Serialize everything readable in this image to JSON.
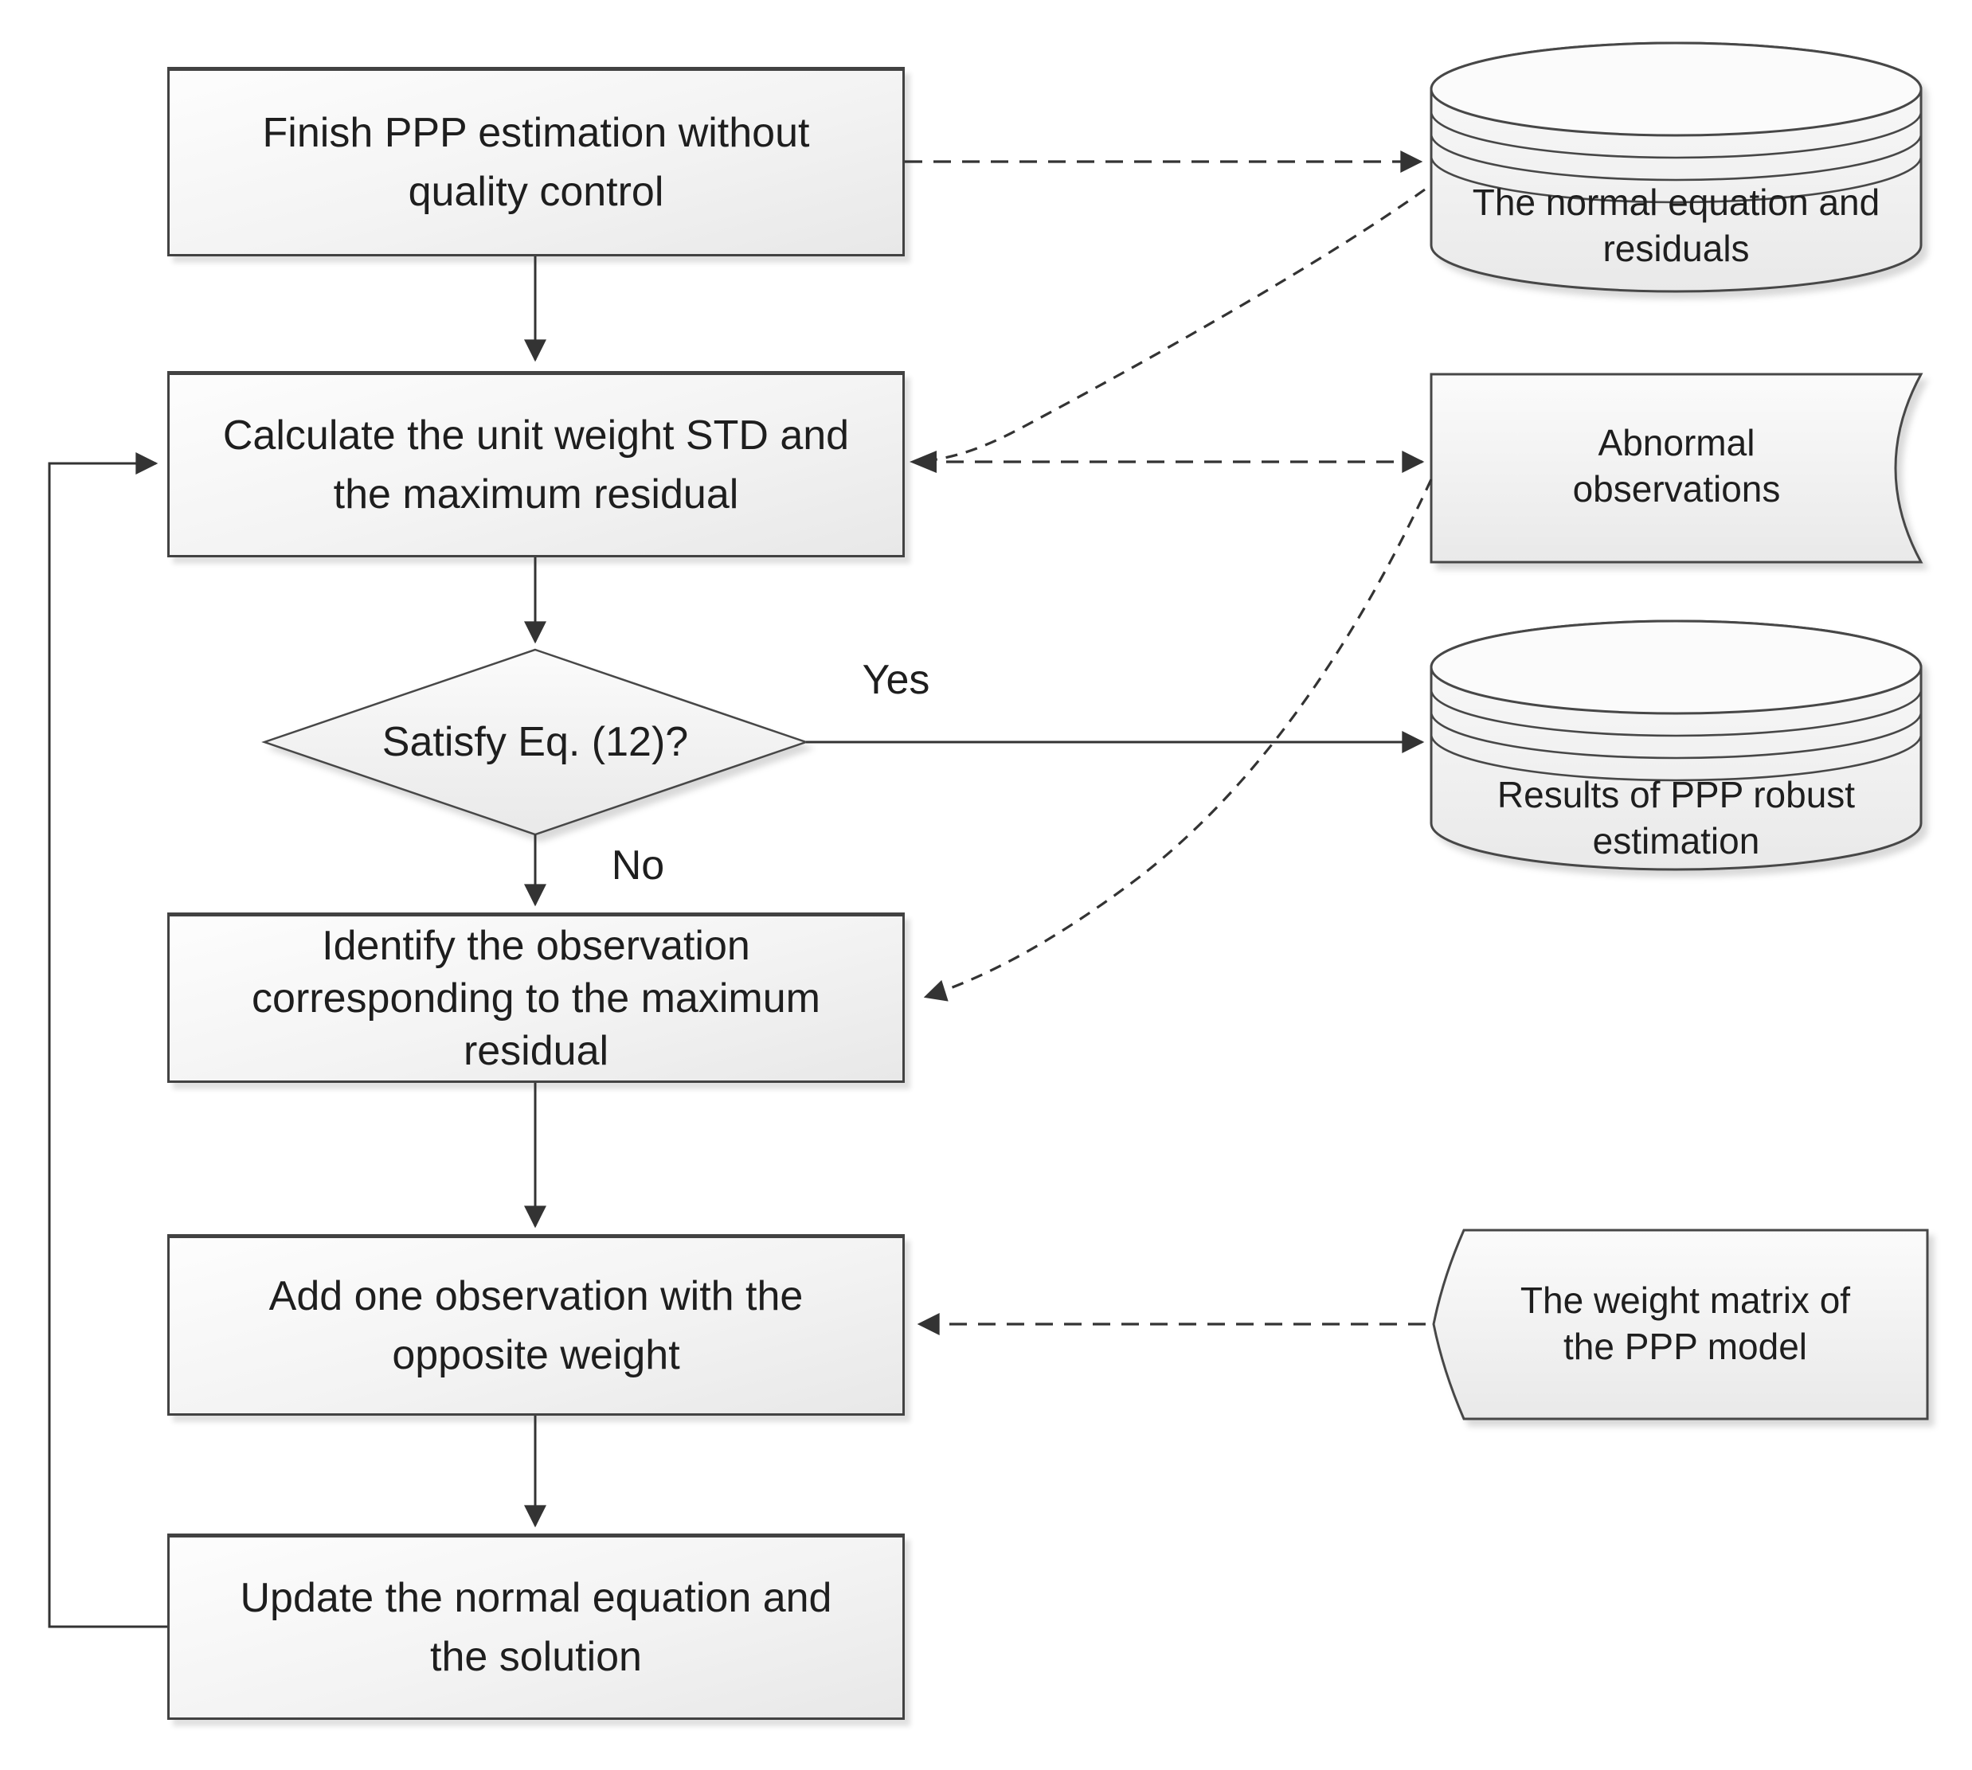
{
  "colors": {
    "background": "#ffffff",
    "shape_border": "#474747",
    "box_border": "#424242",
    "shape_fill_light": "#fbfbfb",
    "shape_fill_dark": "#e9e9e9",
    "connector": "#333333",
    "text": "#1e1e1e"
  },
  "nodes": {
    "finish": {
      "type": "process",
      "label": "Finish PPP estimation without\nquality control"
    },
    "calculate": {
      "type": "process",
      "label": "Calculate the unit weight STD and\nthe maximum residual"
    },
    "decision": {
      "type": "decision",
      "label": "Satisfy Eq. (12)?"
    },
    "identify": {
      "type": "process",
      "label": "Identify the observation\ncorresponding to the maximum\nresidual"
    },
    "add_observation": {
      "type": "process",
      "label": "Add one observation with the\nopposite weight"
    },
    "update": {
      "type": "process",
      "label": "Update the normal equation and\nthe solution"
    },
    "normal_equation_store": {
      "type": "datastore-cylinder",
      "label": "The normal equation and\nresiduals"
    },
    "abnormal_observations": {
      "type": "stored-data",
      "label": "Abnormal\nobservations"
    },
    "results_store": {
      "type": "datastore-cylinder",
      "label": "Results of PPP robust\nestimation"
    },
    "weight_matrix": {
      "type": "stored-data",
      "label": "The weight matrix of\nthe PPP model"
    }
  },
  "edge_labels": {
    "yes": "Yes",
    "no": "No"
  },
  "edges": [
    {
      "from": "finish",
      "to": "calculate",
      "style": "solid"
    },
    {
      "from": "calculate",
      "to": "decision",
      "style": "solid"
    },
    {
      "from": "decision",
      "to": "results_store",
      "style": "solid",
      "label": "Yes"
    },
    {
      "from": "decision",
      "to": "identify",
      "style": "solid",
      "label": "No"
    },
    {
      "from": "identify",
      "to": "add_observation",
      "style": "solid"
    },
    {
      "from": "add_observation",
      "to": "update",
      "style": "solid"
    },
    {
      "from": "update",
      "to": "calculate",
      "style": "solid"
    },
    {
      "from": "finish",
      "to": "normal_equation_store",
      "style": "dashed"
    },
    {
      "from": "normal_equation_store",
      "to": "calculate",
      "style": "dashed"
    },
    {
      "from": "calculate",
      "to": "abnormal_observations",
      "style": "dashed",
      "bidirectional": true
    },
    {
      "from": "abnormal_observations",
      "to": "identify",
      "style": "dashed"
    },
    {
      "from": "weight_matrix",
      "to": "add_observation",
      "style": "dashed"
    }
  ]
}
